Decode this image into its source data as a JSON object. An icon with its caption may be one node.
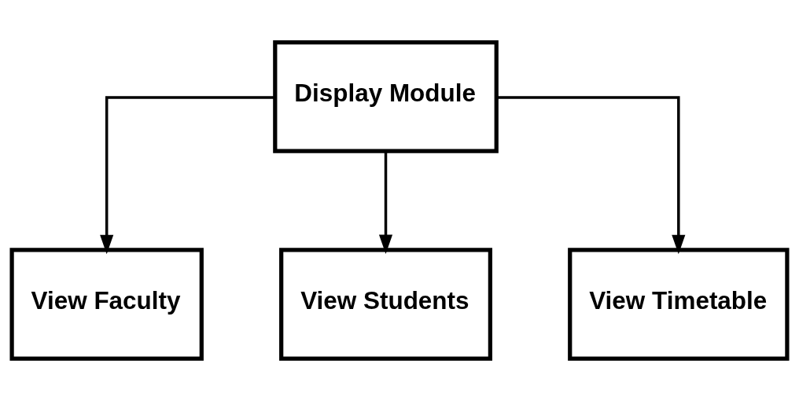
{
  "diagram": {
    "nodes": [
      {
        "text": [
          "Display Module"
        ]
      },
      {
        "text": [
          "View Faculty"
        ]
      },
      {
        "text": [
          "View Students"
        ]
      },
      {
        "text": [
          "View Timetable"
        ]
      }
    ],
    "edges": [
      {
        "from": 0,
        "to": 1,
        "arrow": "to"
      },
      {
        "from": 0,
        "to": 2,
        "arrow": "to"
      },
      {
        "from": 0,
        "to": 3,
        "arrow": "to"
      }
    ]
  }
}
